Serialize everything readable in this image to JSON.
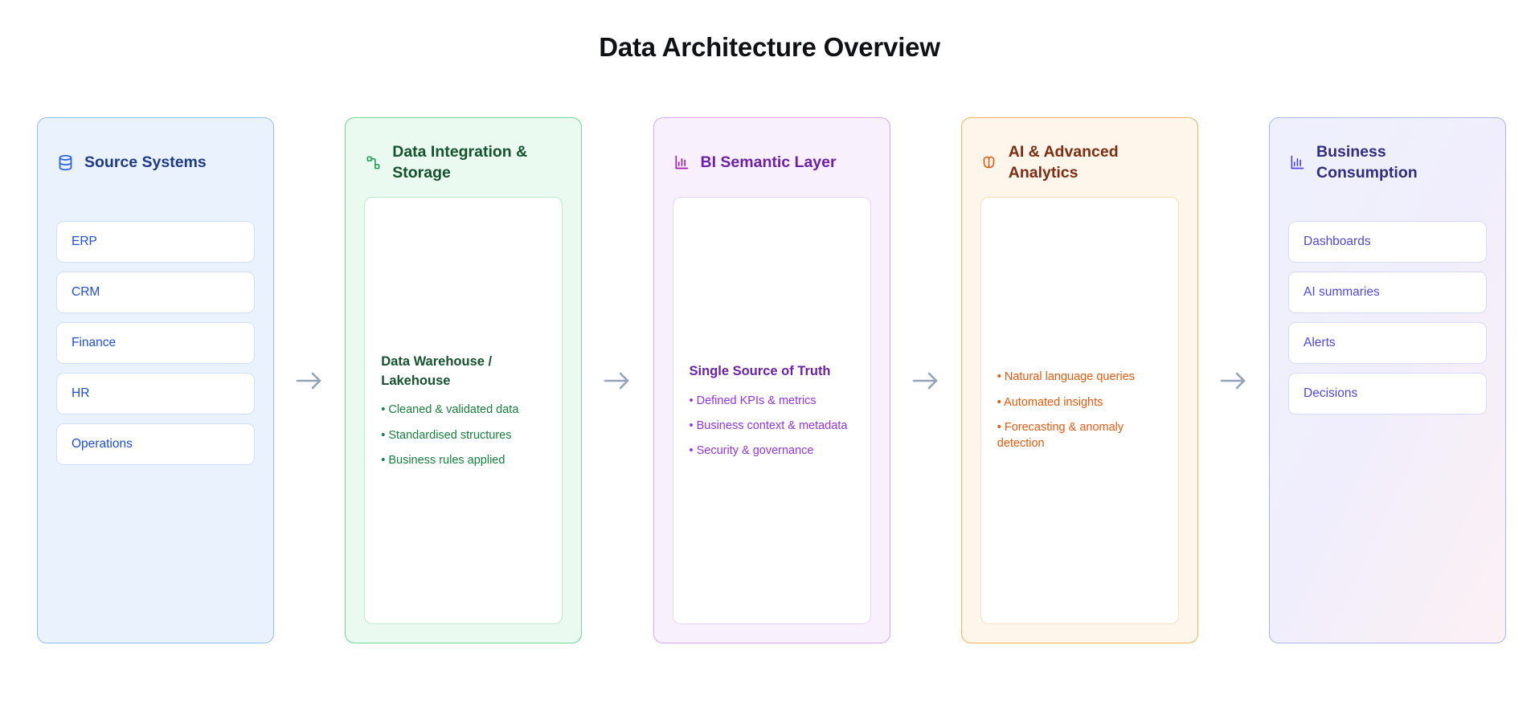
{
  "title": "Data Architecture Overview",
  "arrow_icon": "arrow-right-icon",
  "columns": [
    {
      "id": "source-systems",
      "icon": "database-icon",
      "title": "Source Systems",
      "accent": "#1d4ed8",
      "items": [
        "ERP",
        "CRM",
        "Finance",
        "HR",
        "Operations"
      ]
    },
    {
      "id": "data-integration-storage",
      "icon": "workflow-icon",
      "title": "Data Integration & Storage",
      "accent": "#15803d",
      "panel_title": "Data Warehouse / Lakehouse",
      "bullets": [
        "• Cleaned & validated data",
        "• Standardised structures",
        "• Business rules applied"
      ]
    },
    {
      "id": "bi-semantic-layer",
      "icon": "bar-chart-icon",
      "title": "BI Semantic Layer",
      "accent": "#9333ea",
      "panel_title": "Single Source of Truth",
      "bullets": [
        "• Defined KPIs & metrics",
        "• Business context & metadata",
        "• Security & governance"
      ]
    },
    {
      "id": "ai-advanced-analytics",
      "icon": "brain-icon",
      "title": "AI & Advanced Analytics",
      "accent": "#ea580c",
      "bullets": [
        "• Natural language queries",
        "• Automated insights",
        "• Forecasting & anomaly detection"
      ]
    },
    {
      "id": "business-consumption",
      "icon": "bar-chart-icon",
      "title": "Business Consumption",
      "accent": "#4f46e5",
      "items": [
        "Dashboards",
        "AI summaries",
        "Alerts",
        "Decisions"
      ]
    }
  ]
}
